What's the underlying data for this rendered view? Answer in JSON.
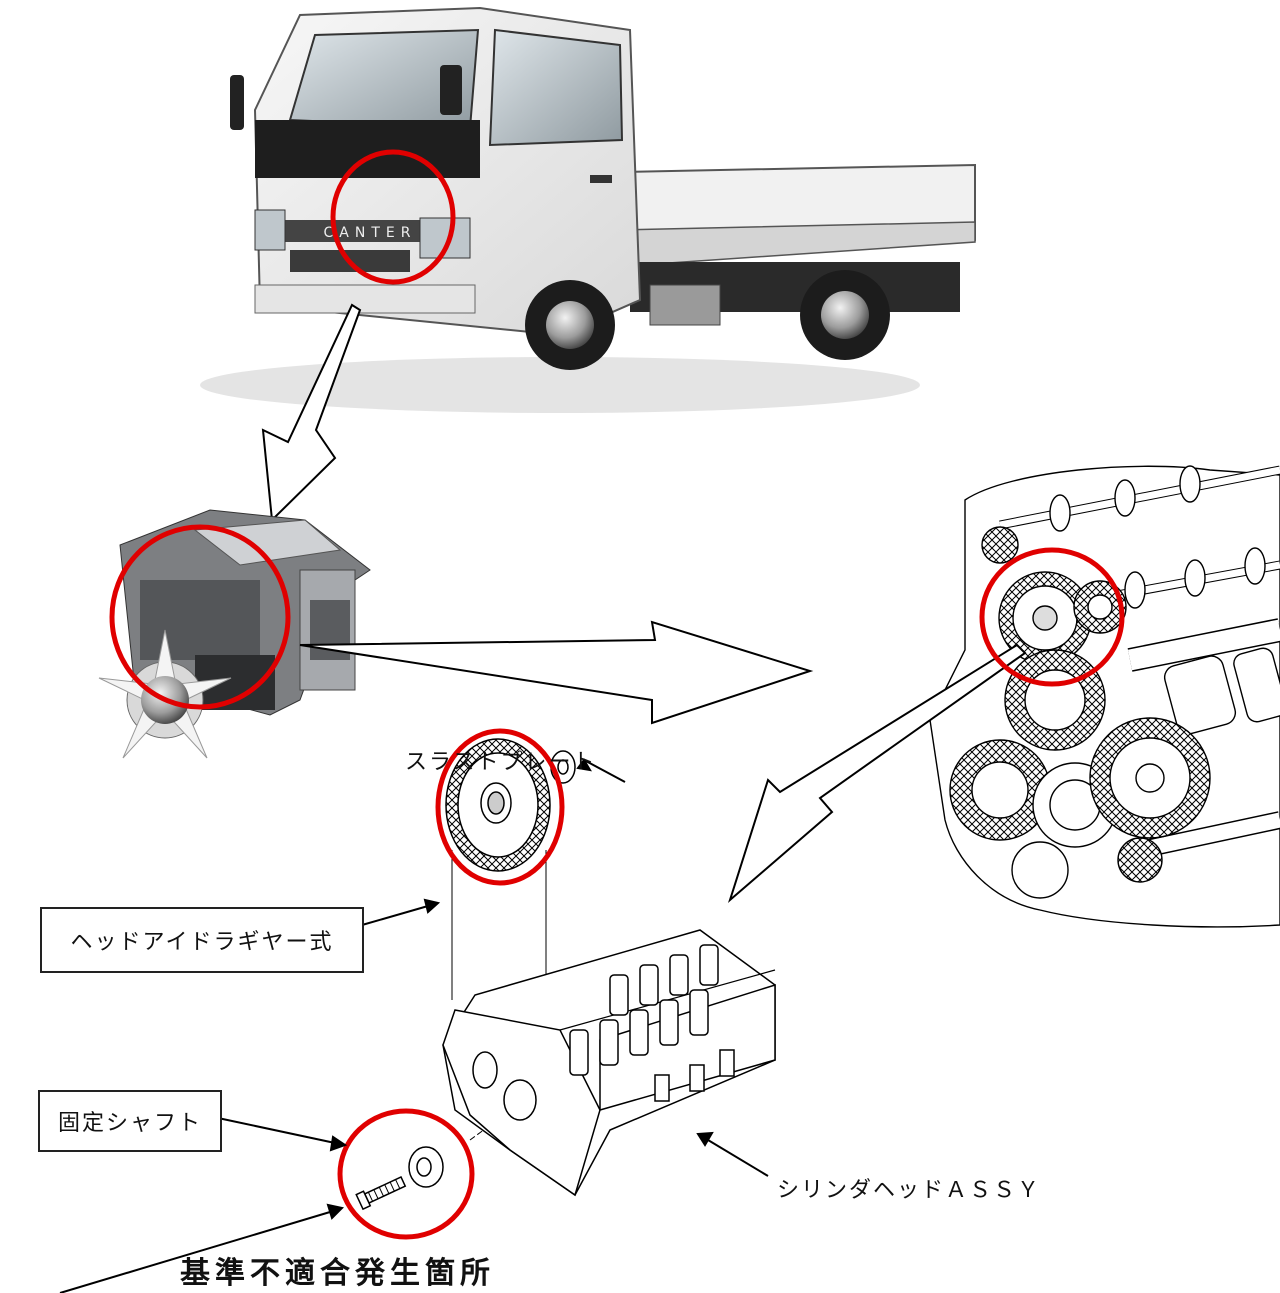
{
  "labels": {
    "thrust_plate": "スラストプレート",
    "head_idler_gear": "ヘッドアイドラギヤー式",
    "fixed_shaft": "固定シャフト",
    "cylinder_head": "シリンダヘッドＡＳＳＹ",
    "defect_location": "基準不適合発生箇所"
  },
  "truck_grille_text": "CANTER",
  "colors": {
    "highlight_circle": "#e00000",
    "outline": "#000000"
  }
}
